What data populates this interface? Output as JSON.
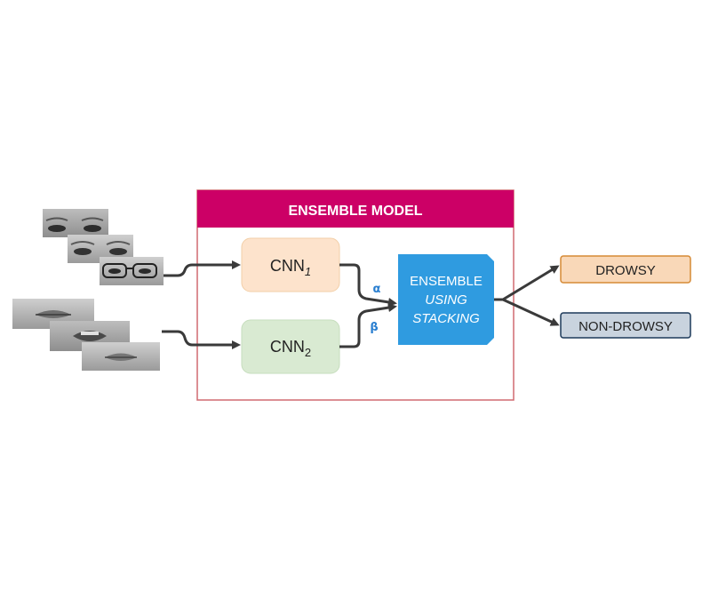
{
  "ensemble_model": {
    "title": "ENSEMBLE MODEL",
    "cnn1": {
      "label": "CNN",
      "subscript": "1"
    },
    "cnn2": {
      "label": "CNN",
      "subscript": "2"
    },
    "alpha": "α",
    "beta": "β",
    "ensemble_line1": "ENSEMBLE",
    "ensemble_line2": "USING",
    "ensemble_line3": "STACKING"
  },
  "outputs": {
    "drowsy": "DROWSY",
    "non_drowsy": "NON-DROWSY"
  },
  "colors": {
    "header_magenta": "#cc0066",
    "model_border": "#d06a70",
    "cnn1_fill": "#fde3cc",
    "cnn1_stroke": "#f2cfa8",
    "cnn2_fill": "#d9ead2",
    "cnn2_stroke": "#c6ddbd",
    "ensemble_fill": "#2f9be0",
    "drowsy_fill": "#f9d8b8",
    "drowsy_stroke": "#d68a35",
    "nondrowsy_fill": "#c9d3de",
    "nondrowsy_stroke": "#1d3a5a",
    "arrow": "#3a3a3a",
    "greek": "#2a7fd0"
  },
  "inputs": {
    "eye_images": [
      "eye-image-1",
      "eye-image-2",
      "eye-image-3"
    ],
    "mouth_images": [
      "mouth-image-1",
      "mouth-image-2",
      "mouth-image-3"
    ]
  }
}
